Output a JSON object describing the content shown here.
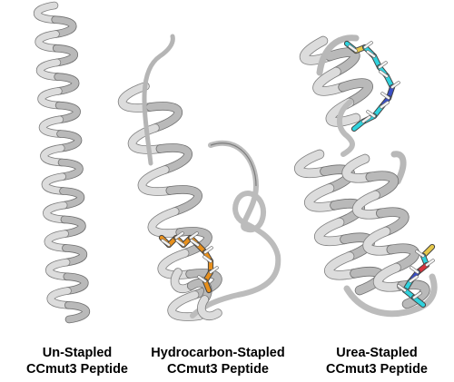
{
  "panels": [
    {
      "caption_line1": "Un-Stapled",
      "caption_line2": "CCmut3 Peptide",
      "staple": "none"
    },
    {
      "caption_line1": "Hydrocarbon-Stapled",
      "caption_line2": "CCmut3 Peptide",
      "staple": "hydrocarbon",
      "staple_color": "#e8901c"
    },
    {
      "caption_line1": "Urea-Stapled",
      "caption_line2": "CCmut3 Peptide",
      "staple": "urea",
      "staple_color": "#2fd3de"
    }
  ],
  "colors": {
    "ribbon_light": "#dcdcdc",
    "ribbon_mid": "#b9b9b9",
    "ribbon_dark": "#7e7e7e",
    "hydrogen": "#f2f2f2",
    "sulfur": "#e6c84a",
    "nitrogen": "#3a4fc6",
    "oxygen": "#d8323c"
  }
}
